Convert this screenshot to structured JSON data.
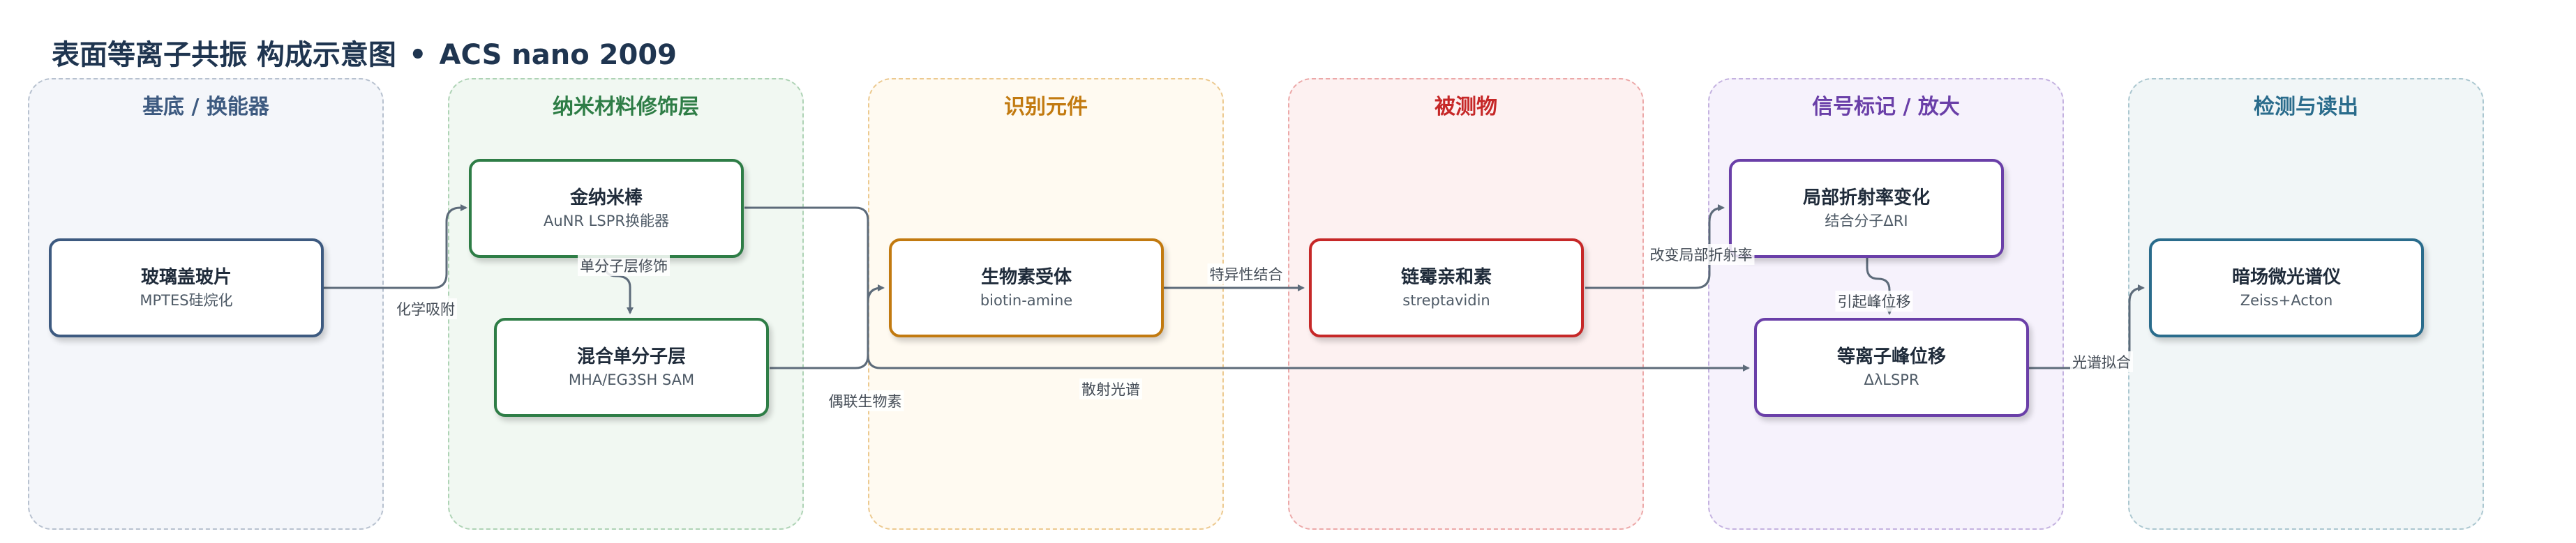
{
  "title": {
    "main": "表面等离子共振 构成示意图",
    "separator": "•",
    "source": "ACS nano 2009"
  },
  "lanes": {
    "substrate": {
      "title": "基底 / 换能器",
      "color": "#3d5a80",
      "fill": "#f4f6fa",
      "border": "#b7c1cf"
    },
    "nanomaterial": {
      "title": "纳米材料修饰层",
      "color": "#2e7d46",
      "fill": "#f1f8f2",
      "border": "#aed3b5"
    },
    "recognition": {
      "title": "识别元件",
      "color": "#c27a10",
      "fill": "#fffaf1",
      "border": "#ecc98f"
    },
    "analyte": {
      "title": "被测物",
      "color": "#c62828",
      "fill": "#fdf1f1",
      "border": "#eca8a8"
    },
    "signal": {
      "title": "信号标记 / 放大",
      "color": "#6a3fa8",
      "fill": "#f6f2fc",
      "border": "#c4b2e0"
    },
    "readout": {
      "title": "检测与读出",
      "color": "#2a6c8c",
      "fill": "#f1f6f7",
      "border": "#abc7d0"
    }
  },
  "nodes": {
    "glass": {
      "title": "玻璃盖玻片",
      "subtitle": "MPTES硅烷化",
      "color": "#3d5a80"
    },
    "aunr": {
      "title": "金纳米棒",
      "subtitle": "AuNR LSPR换能器",
      "color": "#2e7d46"
    },
    "sam": {
      "title": "混合单分子层",
      "subtitle": "MHA/EG3SH SAM",
      "color": "#2e7d46"
    },
    "biotin": {
      "title": "生物素受体",
      "subtitle": "biotin-amine",
      "color": "#c27a10"
    },
    "streptavidin": {
      "title": "链霉亲和素",
      "subtitle": "streptavidin",
      "color": "#c62828"
    },
    "refractive": {
      "title": "局部折射率变化",
      "subtitle": "结合分子ΔRI",
      "color": "#6a3fa8"
    },
    "peakshift": {
      "title": "等离子峰位移",
      "subtitle": "ΔλLSPR",
      "color": "#6a3fa8"
    },
    "spectrometer": {
      "title": "暗场微光谱仪",
      "subtitle": "Zeiss+Acton",
      "color": "#2a6c8c"
    }
  },
  "edges": {
    "chemisorption": "化学吸附",
    "monolayer": "单分子层修饰",
    "couple": "偶联生物素",
    "specific_binding": "特异性结合",
    "change_ri": "改变局部折射率",
    "cause_shift": "引起峰位移",
    "scattering": "散射光谱",
    "spectral_fit": "光谱拟合"
  }
}
